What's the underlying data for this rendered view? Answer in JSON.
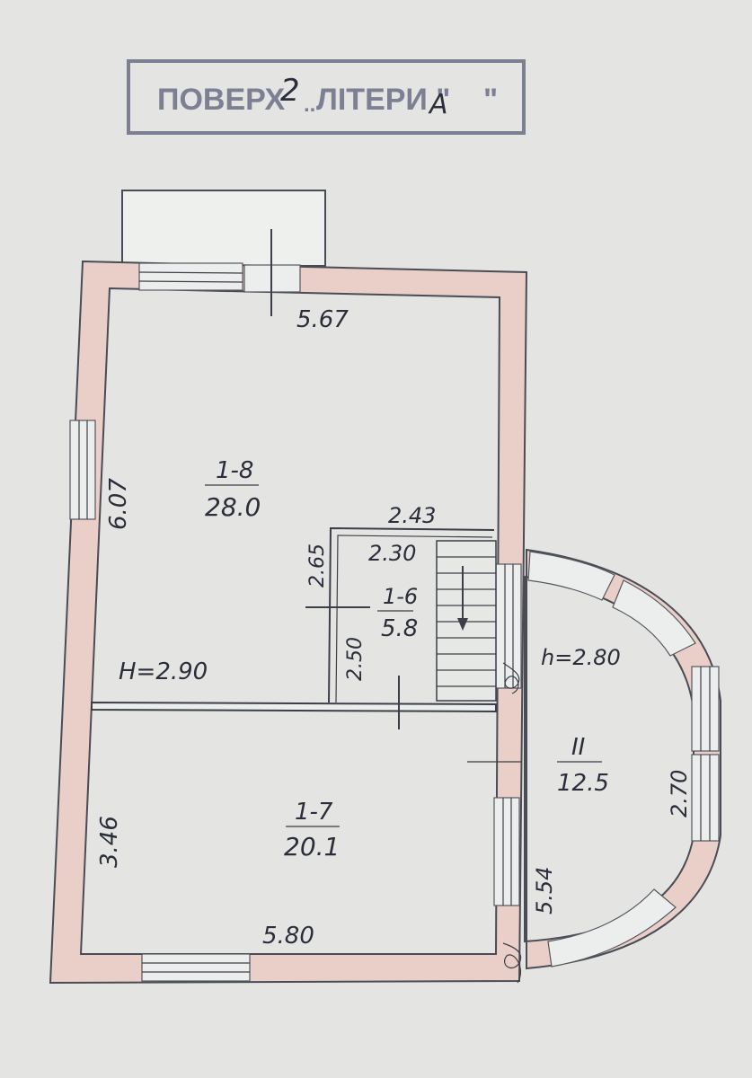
{
  "stamp": {
    "label": "ПОВЕРХ",
    "floor": "2",
    "letter_prefix": "ЛІТЕРИ \"",
    "letter": "А",
    "letter_suffix": "\""
  },
  "colors": {
    "paper": "#e4e5e3",
    "wall_fill": "#e9cfc7",
    "ink": "#2b2e3a",
    "stamp_ink": "#7d7f93"
  },
  "rooms": [
    {
      "number": "1-8",
      "area": "28.0"
    },
    {
      "number": "1-6",
      "area": "5.8"
    },
    {
      "number": "1-7",
      "area": "20.1"
    },
    {
      "number": "II",
      "area": "12.5"
    }
  ],
  "dimensions": {
    "top_length": "5.67",
    "left_upper": "6.07",
    "height_main": "H=2.90",
    "stair_outer": "2.43",
    "stair_inner": "2.30",
    "stair_side": "2.65",
    "stair_side_inner": "2.50",
    "left_lower": "3.46",
    "bottom_length": "5.80",
    "height_bay": "h=2.80",
    "bay_side": "2.70",
    "bay_inner": "5.54"
  }
}
